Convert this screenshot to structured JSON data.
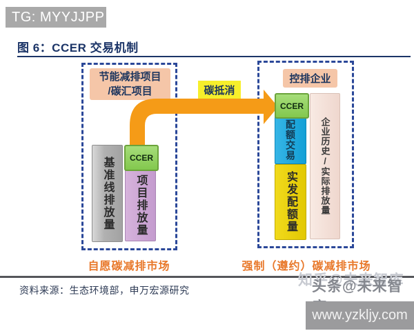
{
  "header": {
    "badge": "TG: MYYJJPP",
    "figure_title": "图 6：CCER 交易机制"
  },
  "left_panel": {
    "title_line1": "节能减排项目",
    "title_line2": "/碳汇项目",
    "baseline_bar": "基准线排放量",
    "ccer_label": "CCER",
    "project_bar": "项目排放量",
    "market_label": "自愿碳减排市场"
  },
  "flow": {
    "offset_label": "碳抵消"
  },
  "right_panel": {
    "title": "控排企业",
    "ccer_label": "CCER",
    "quota_trading_bar": "配额交易",
    "issued_quota_bar": "实发配额量",
    "emissions_bar": "企业历史/实际排放量",
    "market_label": "强制（遵约）碳减排市场"
  },
  "footer": {
    "source": "资料来源：生态环境部，申万宏源研究"
  },
  "watermarks": {
    "zhihu": "知乎@未来智库",
    "toutiao": "头条@未来智库",
    "website": "www.yzkljy.com"
  },
  "colors": {
    "navy_text": "#1b3467",
    "dashed_border": "#2b4899",
    "salmon_label": "#f5c6a8",
    "ccer_green": "#8ccf5c",
    "project_purple": "#c9a3d1",
    "baseline_gray": "#b3b3b3",
    "quota_blue": "#19a6dc",
    "issued_yellow": "#e8cf07",
    "emissions_beige": "#f4e0d8",
    "arrow_orange": "#f59b17",
    "offset_yellow": "#f7ef2b",
    "market_orange": "#e8782a",
    "badge_gray": "#a9a9a9"
  }
}
